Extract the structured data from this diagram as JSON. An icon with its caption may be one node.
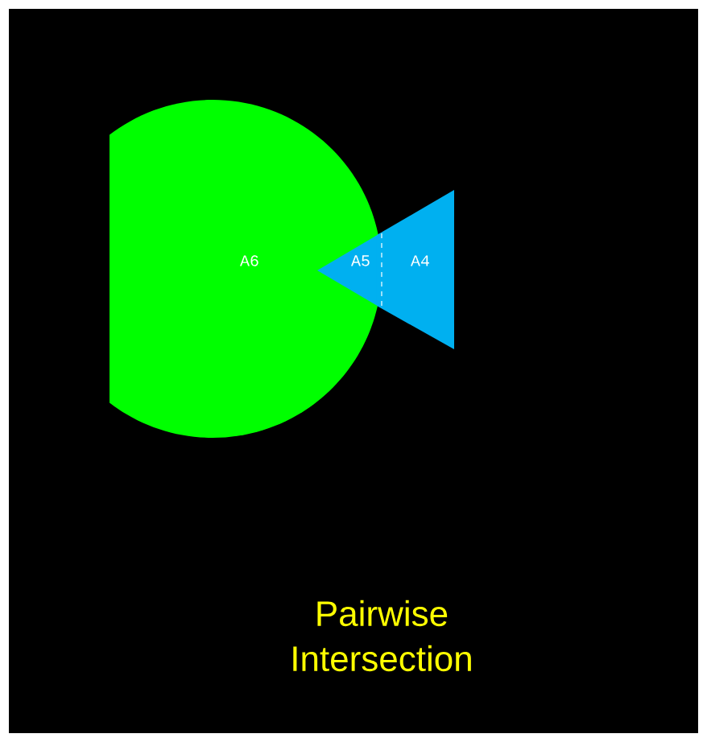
{
  "diagram": {
    "caption": "Pairwise Intersection",
    "nodes": [
      {
        "text": [
          "A6"
        ]
      },
      {
        "text": [
          "A5"
        ],
        "in": 0
      },
      {
        "text": [
          "A4"
        ]
      }
    ]
  }
}
